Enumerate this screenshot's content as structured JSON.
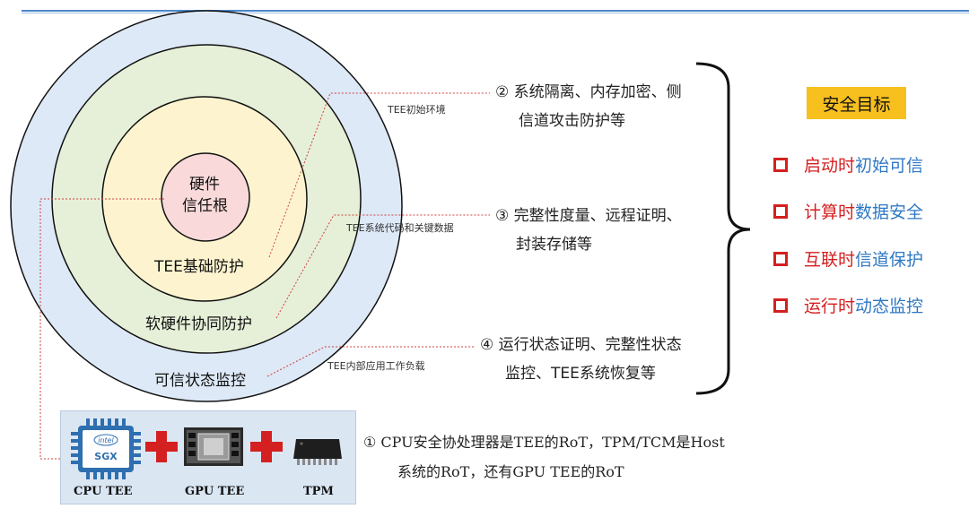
{
  "rings": {
    "core_line1": "硬件",
    "core_line2": "信任根",
    "tee_basic": "TEE基础防护",
    "hw_sw": "软硬件协同防护",
    "monitor": "可信状态监控"
  },
  "small_labels": {
    "init_env": "TEE初始环境",
    "sys_code": "TEE系统代码和关键数据",
    "workload": "TEE内部应用工作负载"
  },
  "items": {
    "item2_line1": "② 系统隔离、内存加密、侧",
    "item2_line2": "信道攻击防护等",
    "item3_line1": "③ 完整性度量、远程证明、",
    "item3_line2": "封装存储等",
    "item4_line1": "④ 运行状态证明、完整性状态",
    "item4_line2": "监控、TEE系统恢复等"
  },
  "goals": {
    "title": "安全目标",
    "list": [
      {
        "red": "启动时",
        "blue": "初始可信"
      },
      {
        "red": "计算时",
        "blue": "数据安全"
      },
      {
        "red": "互联时",
        "blue": "信道保护"
      },
      {
        "red": "运行时",
        "blue": "动态监控"
      }
    ]
  },
  "panel": {
    "cpu_label": "CPU TEE",
    "gpu_label": "GPU TEE",
    "tpm_label": "TPM",
    "chip_brand": "intel",
    "chip_text": "SGX"
  },
  "note": {
    "line1": "① CPU安全协处理器是TEE的RoT，TPM/TCM是Host",
    "line2": "系统的RoT，还有GPU TEE的RoT"
  },
  "colors": {
    "outer_ring": "#dde9f7",
    "green_ring": "#e6f0d8",
    "yellow_ring": "#fdf4cf",
    "core": "#f9d9d9",
    "accent_red": "#d42020",
    "accent_blue": "#2f78c4",
    "goal_bg": "#f7c01f"
  }
}
